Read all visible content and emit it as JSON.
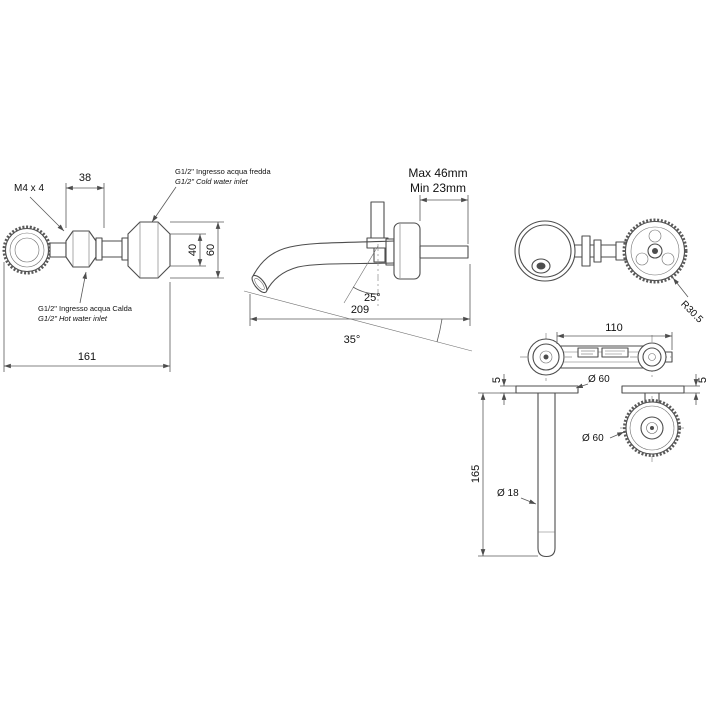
{
  "meta": {
    "title": "Wall-mounted basin mixer technical drawing"
  },
  "colors": {
    "cold": "#1414c8",
    "hot": "#d01616",
    "line": "#4d4d4d"
  },
  "front_view": {
    "m4_label": "M4 x 4",
    "dim_38": "38",
    "dim_161": "161",
    "dim_40": "40",
    "dim_60": "60",
    "cold_inlet_it": "G1/2\" Ingresso acqua fredda",
    "cold_inlet_en": "G1/2\" Cold water inlet",
    "hot_inlet_it": "G1/2\" Ingresso acqua Calda",
    "hot_inlet_en": "G1/2\" Hot water inlet"
  },
  "spout_view": {
    "max_label": "Max 46mm",
    "min_label": "Min 23mm",
    "angle_tilt": "25°",
    "dim_length": "209",
    "angle_swivel": "35°"
  },
  "valve_view": {
    "radius_label": "R30.5"
  },
  "plan_view": {
    "dim_110": "110",
    "dia_plate": "Ø 60",
    "dim_5_left": "5",
    "dim_5_right": "5",
    "dia_handle": "Ø 60",
    "dia_spout": "Ø 18",
    "dim_165": "165"
  }
}
